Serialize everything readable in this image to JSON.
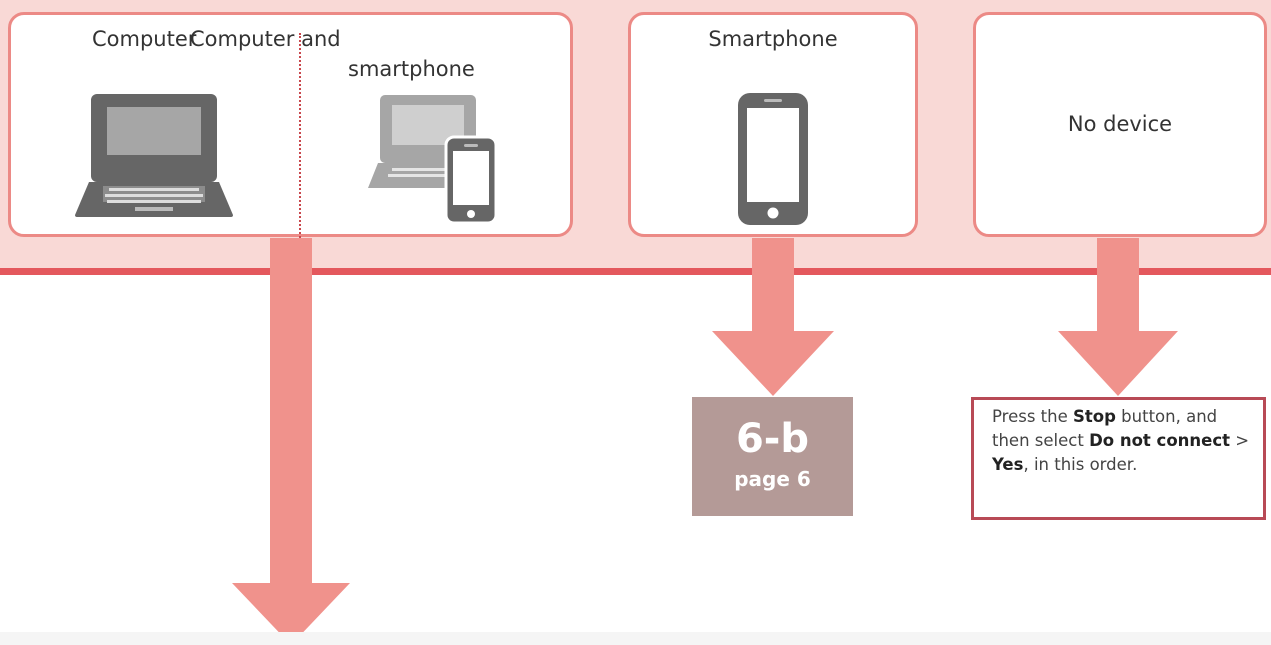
{
  "colors": {
    "band": "#f9d9d6",
    "band_line": "#e4585d",
    "card_border": "#ec8a86",
    "arrow": "#f0928c",
    "page_box": "#b49a97",
    "note_border": "#b84a56",
    "device_dark": "#666666",
    "device_light": "#a6a6a6"
  },
  "cards": {
    "computer": {
      "label": "Computer",
      "icon": "laptop-icon"
    },
    "computer_smartphone": {
      "label_line1": "Computer and",
      "label_line2": "smartphone",
      "icon": "laptop-smartphone-icon"
    },
    "smartphone": {
      "label": "Smartphone",
      "icon": "smartphone-icon"
    },
    "no_device": {
      "label": "No device"
    }
  },
  "page_ref": {
    "code": "6-b",
    "page": "page 6"
  },
  "note": {
    "t1": "Press the ",
    "b1": "Stop",
    "t2": " button, and then select ",
    "b2": "Do not connect",
    "t3": " > ",
    "b3": "Yes",
    "t4": ", in this order."
  }
}
